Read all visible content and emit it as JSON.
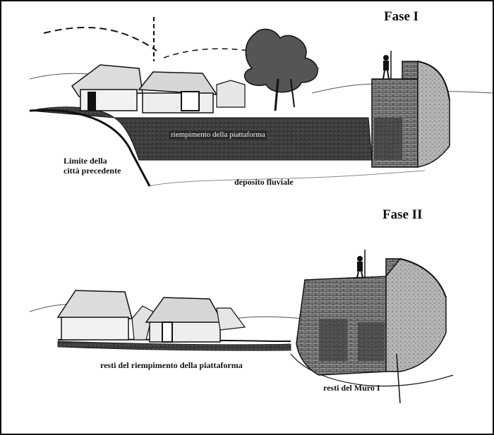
{
  "phase_1": {
    "title": "Fase I",
    "labels": {
      "platform_fill": "riempimento della piattaforma",
      "earlier_city_limit_line1": "Limite della",
      "earlier_city_limit_line2": "città precedente",
      "river_deposit": "deposito fluviale"
    }
  },
  "phase_2": {
    "title": "Fase II",
    "labels": {
      "platform_fill_remains": "resti del riempimento della piattaforma",
      "wall_remains": "resti del Muro I"
    }
  },
  "colors": {
    "ink": "#111111",
    "fill_dark": "#3a3a3a",
    "fill_mid": "#6a6a6a",
    "paper": "#ffffff"
  }
}
